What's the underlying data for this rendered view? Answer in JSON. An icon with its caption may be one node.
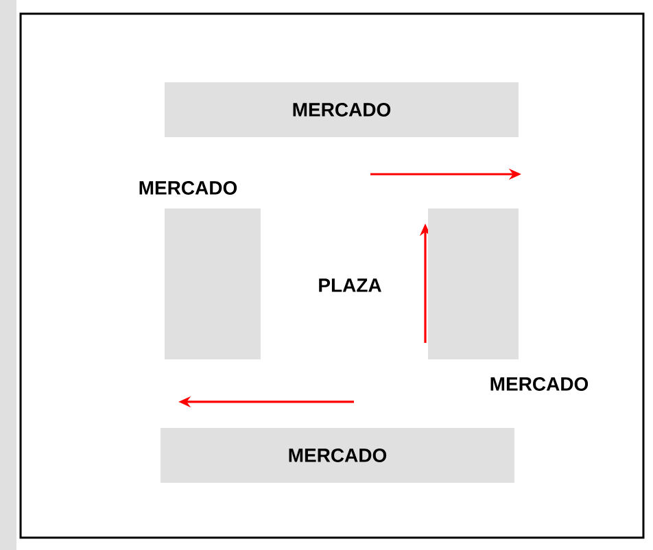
{
  "diagram": {
    "nodes": [
      {
        "text": [
          "MERCADO"
        ]
      },
      {
        "text": [
          "MERCADO"
        ]
      },
      {
        "text": [
          "MERCADO"
        ]
      },
      {
        "text": [
          "MERCADO"
        ]
      }
    ],
    "labels": [
      "PLAZA"
    ]
  }
}
